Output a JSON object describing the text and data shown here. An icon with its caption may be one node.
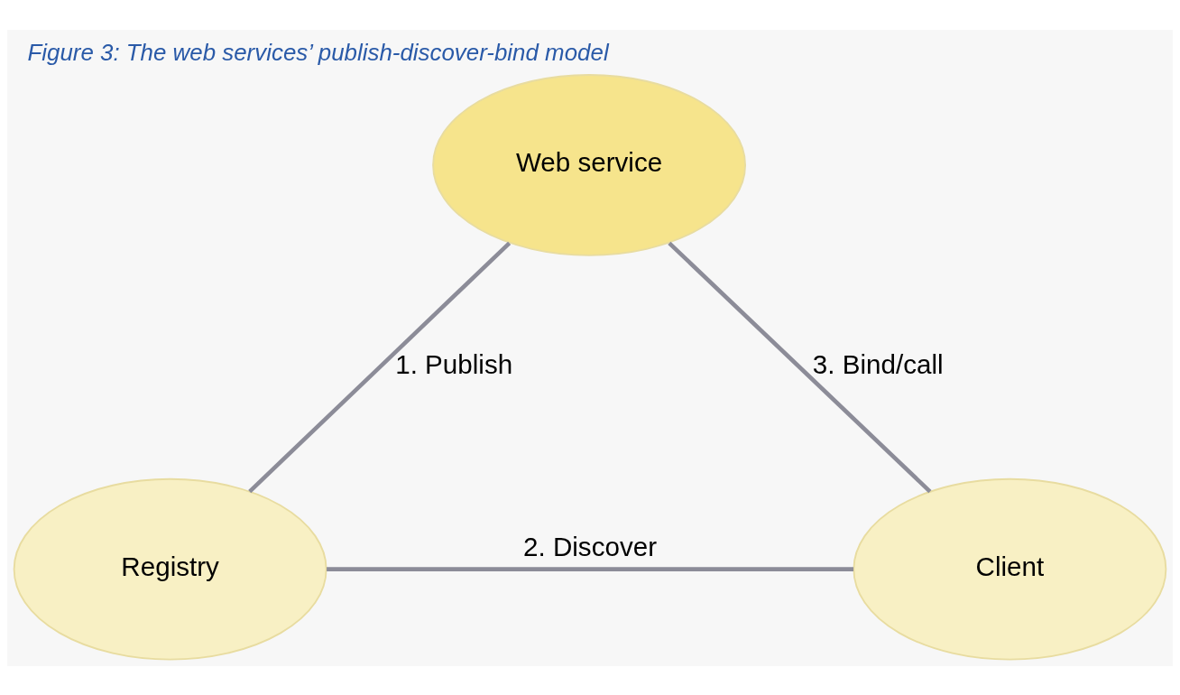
{
  "diagram": {
    "caption": "Figure 3: The web services’ publish-discover-bind model",
    "nodes": [
      {
        "text": [
          "Web service"
        ]
      },
      {
        "text": [
          "Registry"
        ]
      },
      {
        "text": [
          "Client"
        ]
      }
    ],
    "edges": [
      {
        "from": 0,
        "to": 1,
        "arrow": "none",
        "label": "1. Publish"
      },
      {
        "from": 1,
        "to": 2,
        "arrow": "none",
        "label": "2. Discover"
      },
      {
        "from": 0,
        "to": 2,
        "arrow": "none",
        "label": "3. Bind/call"
      }
    ]
  }
}
